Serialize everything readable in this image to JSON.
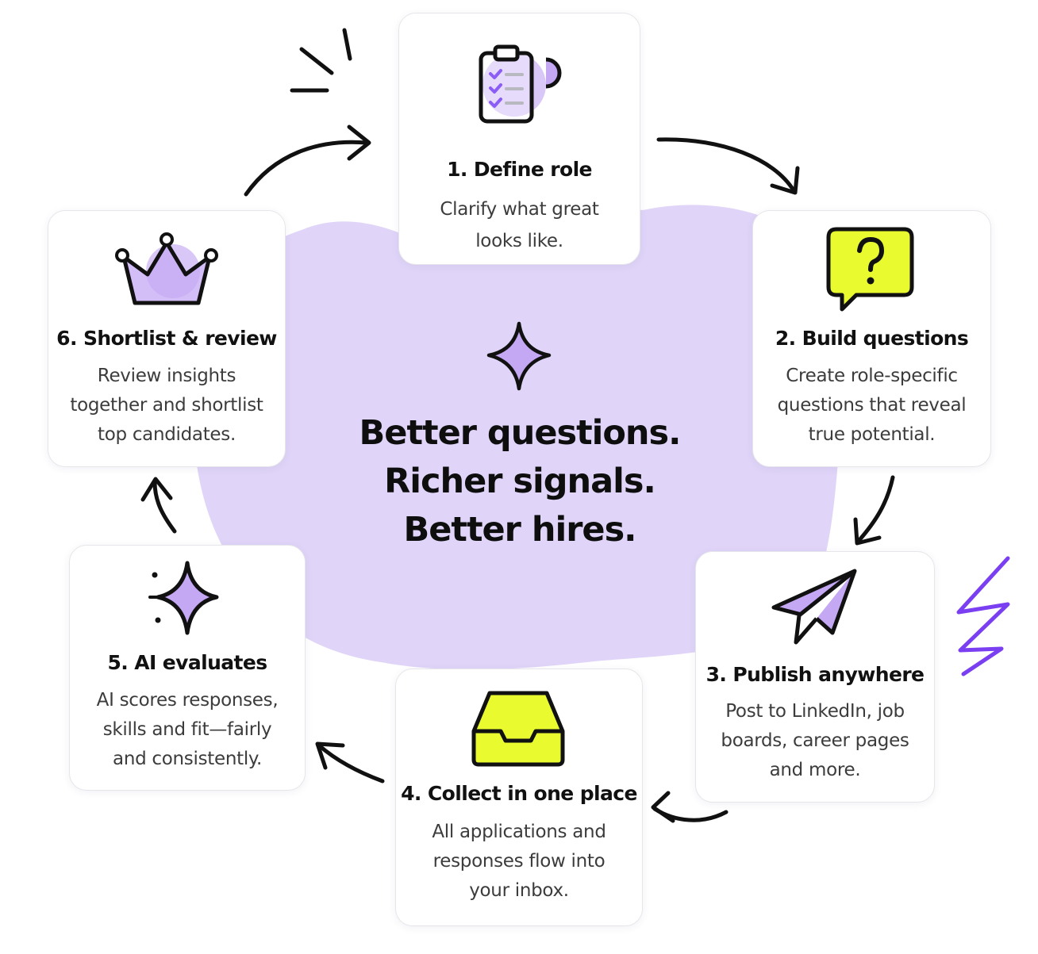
{
  "center": {
    "headline": [
      "Better questions.",
      "Richer signals.",
      "Better hires."
    ],
    "icon": "sparkle-icon"
  },
  "steps": [
    {
      "title": "1. Define role",
      "description": [
        "Clarify what great",
        "looks like."
      ],
      "icon": "clipboard-checklist-icon"
    },
    {
      "title": "2. Build questions",
      "description": [
        "Create role-specific",
        "questions that reveal",
        "true potential."
      ],
      "icon": "question-bubble-icon"
    },
    {
      "title": "3. Publish anywhere",
      "description": [
        "Post to LinkedIn, job",
        "boards, career pages",
        "and more."
      ],
      "icon": "paper-plane-icon"
    },
    {
      "title": "4. Collect in one place",
      "description": [
        "All applications and",
        "responses flow into",
        "your inbox."
      ],
      "icon": "inbox-tray-icon"
    },
    {
      "title": "5. AI evaluates",
      "description": [
        "AI scores responses,",
        "skills and fit—fairly",
        "and consistently."
      ],
      "icon": "sparkle-icon"
    },
    {
      "title": "6. Shortlist & review",
      "description": [
        "Review insights",
        "together and shortlist",
        "top candidates."
      ],
      "icon": "crown-icon"
    }
  ],
  "colors": {
    "lavender": "#d9c8f7",
    "purple_fill": "#c4a8f4",
    "lime": "#e9fb2f",
    "ink": "#111111",
    "accent_squiggle": "#7b3ff2"
  }
}
